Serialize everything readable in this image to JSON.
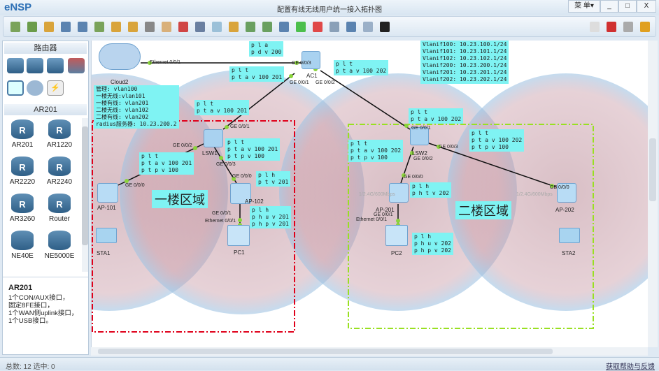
{
  "app": {
    "name": "eNSP",
    "title": "配置有线无线用户统一接入拓扑图",
    "menu": "菜 单▾",
    "minimize": "_",
    "maximize": "□",
    "close": "X"
  },
  "toolbar": {
    "icons": [
      "new-topology-icon",
      "new-exercise-icon",
      "open-icon",
      "save-icon",
      "save-as-icon",
      "print-icon",
      "undo-icon",
      "redo-icon",
      "select-icon",
      "pan-hand-icon",
      "delete-icon",
      "delete-link-icon",
      "text-icon",
      "palette-icon",
      "zoom-in-icon",
      "zoom-out-icon",
      "fit-icon",
      "start-device-icon",
      "stop-device-icon",
      "capture-icon",
      "topology-icon",
      "grid-icon",
      "cli-icon"
    ],
    "right_icons": [
      "feedback-icon",
      "huawei-icon",
      "settings-icon",
      "help-icon"
    ]
  },
  "sidebar": {
    "category": "路由器",
    "subcategory": "AR201",
    "devices": [
      "AR201",
      "AR1220",
      "AR2220",
      "AR2240",
      "AR3260",
      "Router",
      "NE40E",
      "NE5000E"
    ],
    "description": {
      "title": "AR201",
      "lines": [
        "1个CON/AUX接口，",
        "固定8FE接口，",
        "1个WAN侧uplink接口，",
        "1个USB接口。"
      ]
    }
  },
  "status": {
    "text": "总数: 12  选中: 0",
    "help_link": "获取帮助与反馈"
  },
  "topology": {
    "nodes": {
      "cloud": "Cloud2",
      "ac": "AC1",
      "lsw1": "LSW1",
      "lsw2": "LSW2",
      "ap101": "AP-101",
      "ap102": "AP-102",
      "ap201": "AP-201",
      "ap202": "AP-202",
      "pc1": "PC1",
      "pc2": "PC2",
      "sta1": "STA1",
      "sta2": "STA2"
    },
    "ports": {
      "cloud_eth": "Ethernet 0/0/1",
      "ac_g3": "GE 0/0/3",
      "ac_g1": "GE 0/0/1",
      "ac_g2": "GE 0/0/2",
      "lsw1_g1": "GE 0/0/1",
      "lsw1_g2": "GE 0/0/2",
      "lsw1_g3": "GE 0/0/3",
      "ap101_g0": "GE 0/0/0",
      "ap102_g0": "GE 0/0/0",
      "ap102_g1": "GE 0/0/1",
      "pc1_eth": "Ethernet 0/0/1",
      "lsw2_g1": "GE 0/0/1",
      "lsw2_g3": "GE 0/0/3",
      "lsw2_g2": "GE 0/0/2",
      "ap201_g0": "GE 0/0/0",
      "ap201_g1": "GE 0/0/1",
      "pc2_eth": "Ethernet 0/0/1",
      "ap202_g0": "GE 0/0/0"
    },
    "rates": [
      "1/2.4G/600Mbps",
      "1/2.4G/600Mbps"
    ],
    "notes": {
      "ac_g3": "p l a\np d v 200",
      "ac_g1": "p l t\np t a v 100 201",
      "ac_g2": "p l t\np t a v 100 202",
      "legend": "管理: vlan100\n一楼无线:vlan101\n一楼有线: vlan201\n二楼无线: vlan102\n二楼有线: vlan202\nradius服务器: 10.23.200.2",
      "lsw1_g1": "p l t\np t a v 100 201",
      "lsw1_g3": "p l t\np t a v 100 201\np t p v 100",
      "lsw1_g2": "p l t\np t a v 100 201\np t p v 100",
      "ap102": "p l h\np t v 201",
      "pc1": "p l h\np h u v 201\np h p v 201",
      "vlanif": "Vlanif100: 10.23.100.1/24\nVlanif101: 10.23.101.1/24\nVlanif102: 10.23.102.1/24\nVlanif200: 10.23.200.1/24\nVlanif201: 10.23.201.1/24\nVlanif202: 10.23.202.1/24",
      "lsw2_g1": "p l t\np t a v 100 202",
      "lsw2_g3": "p l t\np t a v 100 202\np t p v 100",
      "lsw2_g2": "p l t\np t a v 100 202\np t p v 100",
      "ap201": "p l h\np h t v 202",
      "pc2": "p l h\np h u v 202\np h p v 202"
    },
    "regions": {
      "floor1": "一楼区域",
      "floor2": "二楼区域"
    },
    "colors": {
      "floor1_border": "#e0001a",
      "floor2_border": "#99e022",
      "note_bg": "#7ff3f3"
    }
  }
}
